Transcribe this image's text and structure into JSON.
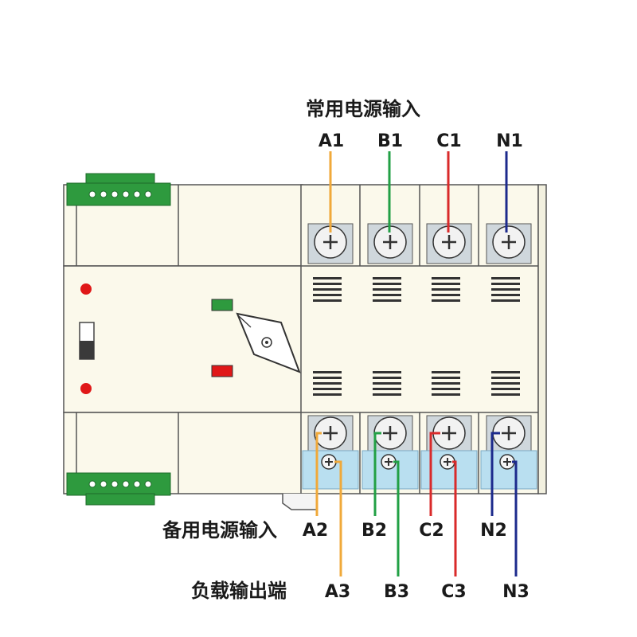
{
  "labels": {
    "normal_input": "常用电源输入",
    "backup_input": "备用电源输入",
    "load_output": "负载输出端"
  },
  "terminals": {
    "top": [
      "A1",
      "B1",
      "C1",
      "N1"
    ],
    "middle": [
      "A2",
      "B2",
      "C2",
      "N2"
    ],
    "bottom": [
      "A3",
      "B3",
      "C3",
      "N3"
    ]
  },
  "colors": {
    "phase_a": "#f0a93a",
    "phase_b": "#22a045",
    "phase_c": "#d92a2a",
    "neutral": "#1c2a8c",
    "connector_green": "#2e9a3e",
    "body_fill": "#fbf9eb",
    "terminal_blue": "#b9dff0",
    "indicator_red": "#e01818"
  }
}
